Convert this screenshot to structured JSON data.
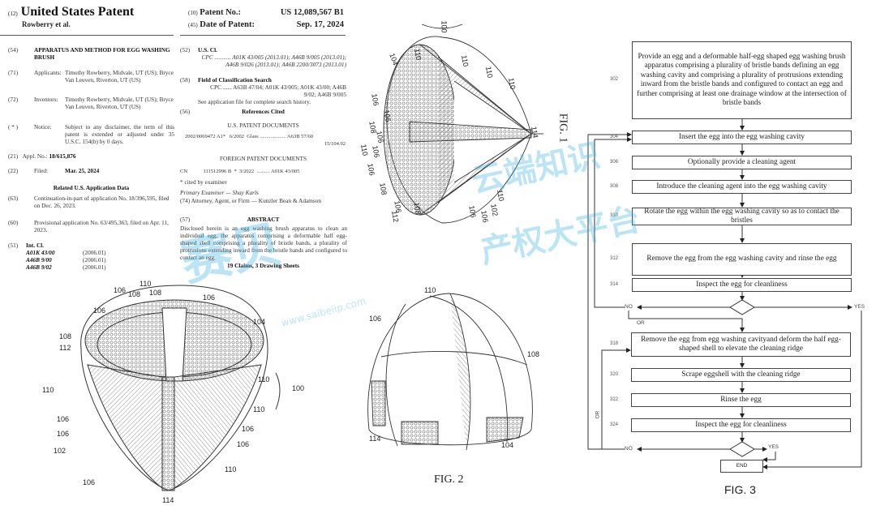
{
  "header": {
    "kind_code": "(12)",
    "title": "United States Patent",
    "authors": "Rowberry et al.",
    "patent_no_code": "(10)",
    "patent_no_label": "Patent No.:",
    "patent_no": "US 12,089,567 B1",
    "date_code": "(45)",
    "date_label": "Date of Patent:",
    "date": "Sep. 17, 2024"
  },
  "left": {
    "f54": {
      "code": "(54)",
      "text": "APPARATUS AND METHOD FOR EGG WASHING BRUSH"
    },
    "f71": {
      "code": "(71)",
      "label": "Applicants:",
      "text": "Timothy Rowberry, Midvale, UT (US); Bryce Van Leuven, Riverton, UT (US)"
    },
    "f72": {
      "code": "(72)",
      "label": "Inventors:",
      "text": "Timothy Rowberry, Midvale, UT (US); Bryce Van Leuven, Riverton, UT (US)"
    },
    "notice": {
      "code": "( * )",
      "label": "Notice:",
      "text": "Subject to any disclaimer, the term of this patent is extended or adjusted under 35 U.S.C. 154(b) by 0 days."
    },
    "f21": {
      "code": "(21)",
      "label": "Appl. No.:",
      "value": "18/615,876"
    },
    "f22": {
      "code": "(22)",
      "label": "Filed:",
      "value": "Mar. 25, 2024"
    },
    "related_title": "Related U.S. Application Data",
    "f63": {
      "code": "(63)",
      "text": "Continuation-in-part of application No. 18/396,595, filed on Dec. 26, 2023."
    },
    "f60": {
      "code": "(60)",
      "text": "Provisional application No. 63/495,363, filed on Apr. 11, 2023."
    },
    "f51": {
      "code": "(51)",
      "label": "Int. Cl.",
      "rows": [
        {
          "cls": "A01K 43/00",
          "ver": "(2006.01)"
        },
        {
          "cls": "A46B 9/00",
          "ver": "(2006.01)"
        },
        {
          "cls": "A46B 9/02",
          "ver": "(2006.01)"
        }
      ]
    }
  },
  "mid": {
    "f52": {
      "code": "(52)",
      "label": "U.S. Cl.",
      "cpc": "CPC ........... A01K 43/005 (2013.01); A46B 9/005 (2013.01); A46B 9/026 (2013.01); A46B 2200/3073 (2013.01)"
    },
    "f58": {
      "code": "(58)",
      "label": "Field of Classification Search",
      "cpc": "CPC ...... A63B 47/04; A01K 43/005; A01K 43/00; A46B 9/02; A46B 9/005",
      "see": "See application file for complete search history."
    },
    "f56": {
      "code": "(56)",
      "label": "References Cited"
    },
    "us_docs_title": "U.S. PATENT DOCUMENTS",
    "us_doc": "2002/0069472 A1*   6/2002  Glass .................... A63B 57/60",
    "us_doc2": "15/104.92",
    "foreign_title": "FOREIGN PATENT DOCUMENTS",
    "foreign_doc": "CN            111512996 B  *  3/2022  .......... A01K 43/005",
    "cited": "* cited by examiner",
    "examiner": "Primary Examiner — Shay Karls",
    "attorney": "(74) Attorney, Agent, or Firm — Kunzler Bean & Adamson",
    "abstract_code": "(57)",
    "abstract_title": "ABSTRACT",
    "abstract": "Disclosed herein is an egg washing brush apparatus to clean an individual egg, the apparatus comprising a deformable half egg-shaped shell comprising a plurality of bristle bands, a plurality of protrusions extending inward from the bristle bands and configured to contact an egg.",
    "claims": "19 Claims, 3 Drawing Sheets"
  },
  "fig1": {
    "caption": "FIG. 1",
    "labels": [
      "100",
      "104",
      "110",
      "110",
      "110",
      "110",
      "106",
      "106",
      "108",
      "106",
      "110",
      "106",
      "106",
      "108",
      "106",
      "112",
      "108",
      "106",
      "106",
      "102",
      "110",
      "114"
    ]
  },
  "fig2": {
    "caption": "FIG. 2",
    "labels": [
      "110",
      "106",
      "108",
      "114",
      "104"
    ]
  },
  "figbig": {
    "labels": [
      "106",
      "106",
      "110",
      "108",
      "108",
      "106",
      "104",
      "108",
      "112",
      "110",
      "100",
      "110",
      "110",
      "106",
      "106",
      "102",
      "106",
      "106",
      "106",
      "110",
      "114"
    ]
  },
  "fig3": {
    "caption": "FIG. 3",
    "steps": [
      {
        "id": "302",
        "text": "Provide an egg and a deformable half-egg shaped egg washing brush apparatus comprising a plurality of bristle bands defining an egg washing cavity and comprising a plurality of protrusions extending inward from the bristle bands and configured to contact an egg and further comprising at least one drainage window at the intersection of bristle bands"
      },
      {
        "id": "304",
        "text": "Insert the egg into the egg washing cavity"
      },
      {
        "id": "306",
        "text": "Optionally provide a cleaning agent"
      },
      {
        "id": "308",
        "text": "Introduce the cleaning agent into the egg washing cavity"
      },
      {
        "id": "310",
        "text": "Rotate the egg within the egg washing cavity so as to contact the bristles"
      },
      {
        "id": "312",
        "text": "Remove the egg from the egg washing cavity and rinse the egg"
      },
      {
        "id": "314",
        "text": "Inspect the egg for cleanliness"
      },
      {
        "id": "318",
        "text": "Remove the egg from egg washing cavityand deform the half egg-shaped shell to elevate the cleaning ridge"
      },
      {
        "id": "320",
        "text": "Scrape eggshell with the cleaning ridge"
      },
      {
        "id": "322",
        "text": "Rinse the egg"
      },
      {
        "id": "324",
        "text": "Inspect the egg for cleanliness"
      }
    ],
    "no": "NO",
    "yes": "YES",
    "or": "OR",
    "end": "END"
  },
  "watermark": {
    "brand": "赛贝",
    "line1": "云端知识",
    "line2": "产权大平台",
    "url": "www.saibeiip.com"
  }
}
